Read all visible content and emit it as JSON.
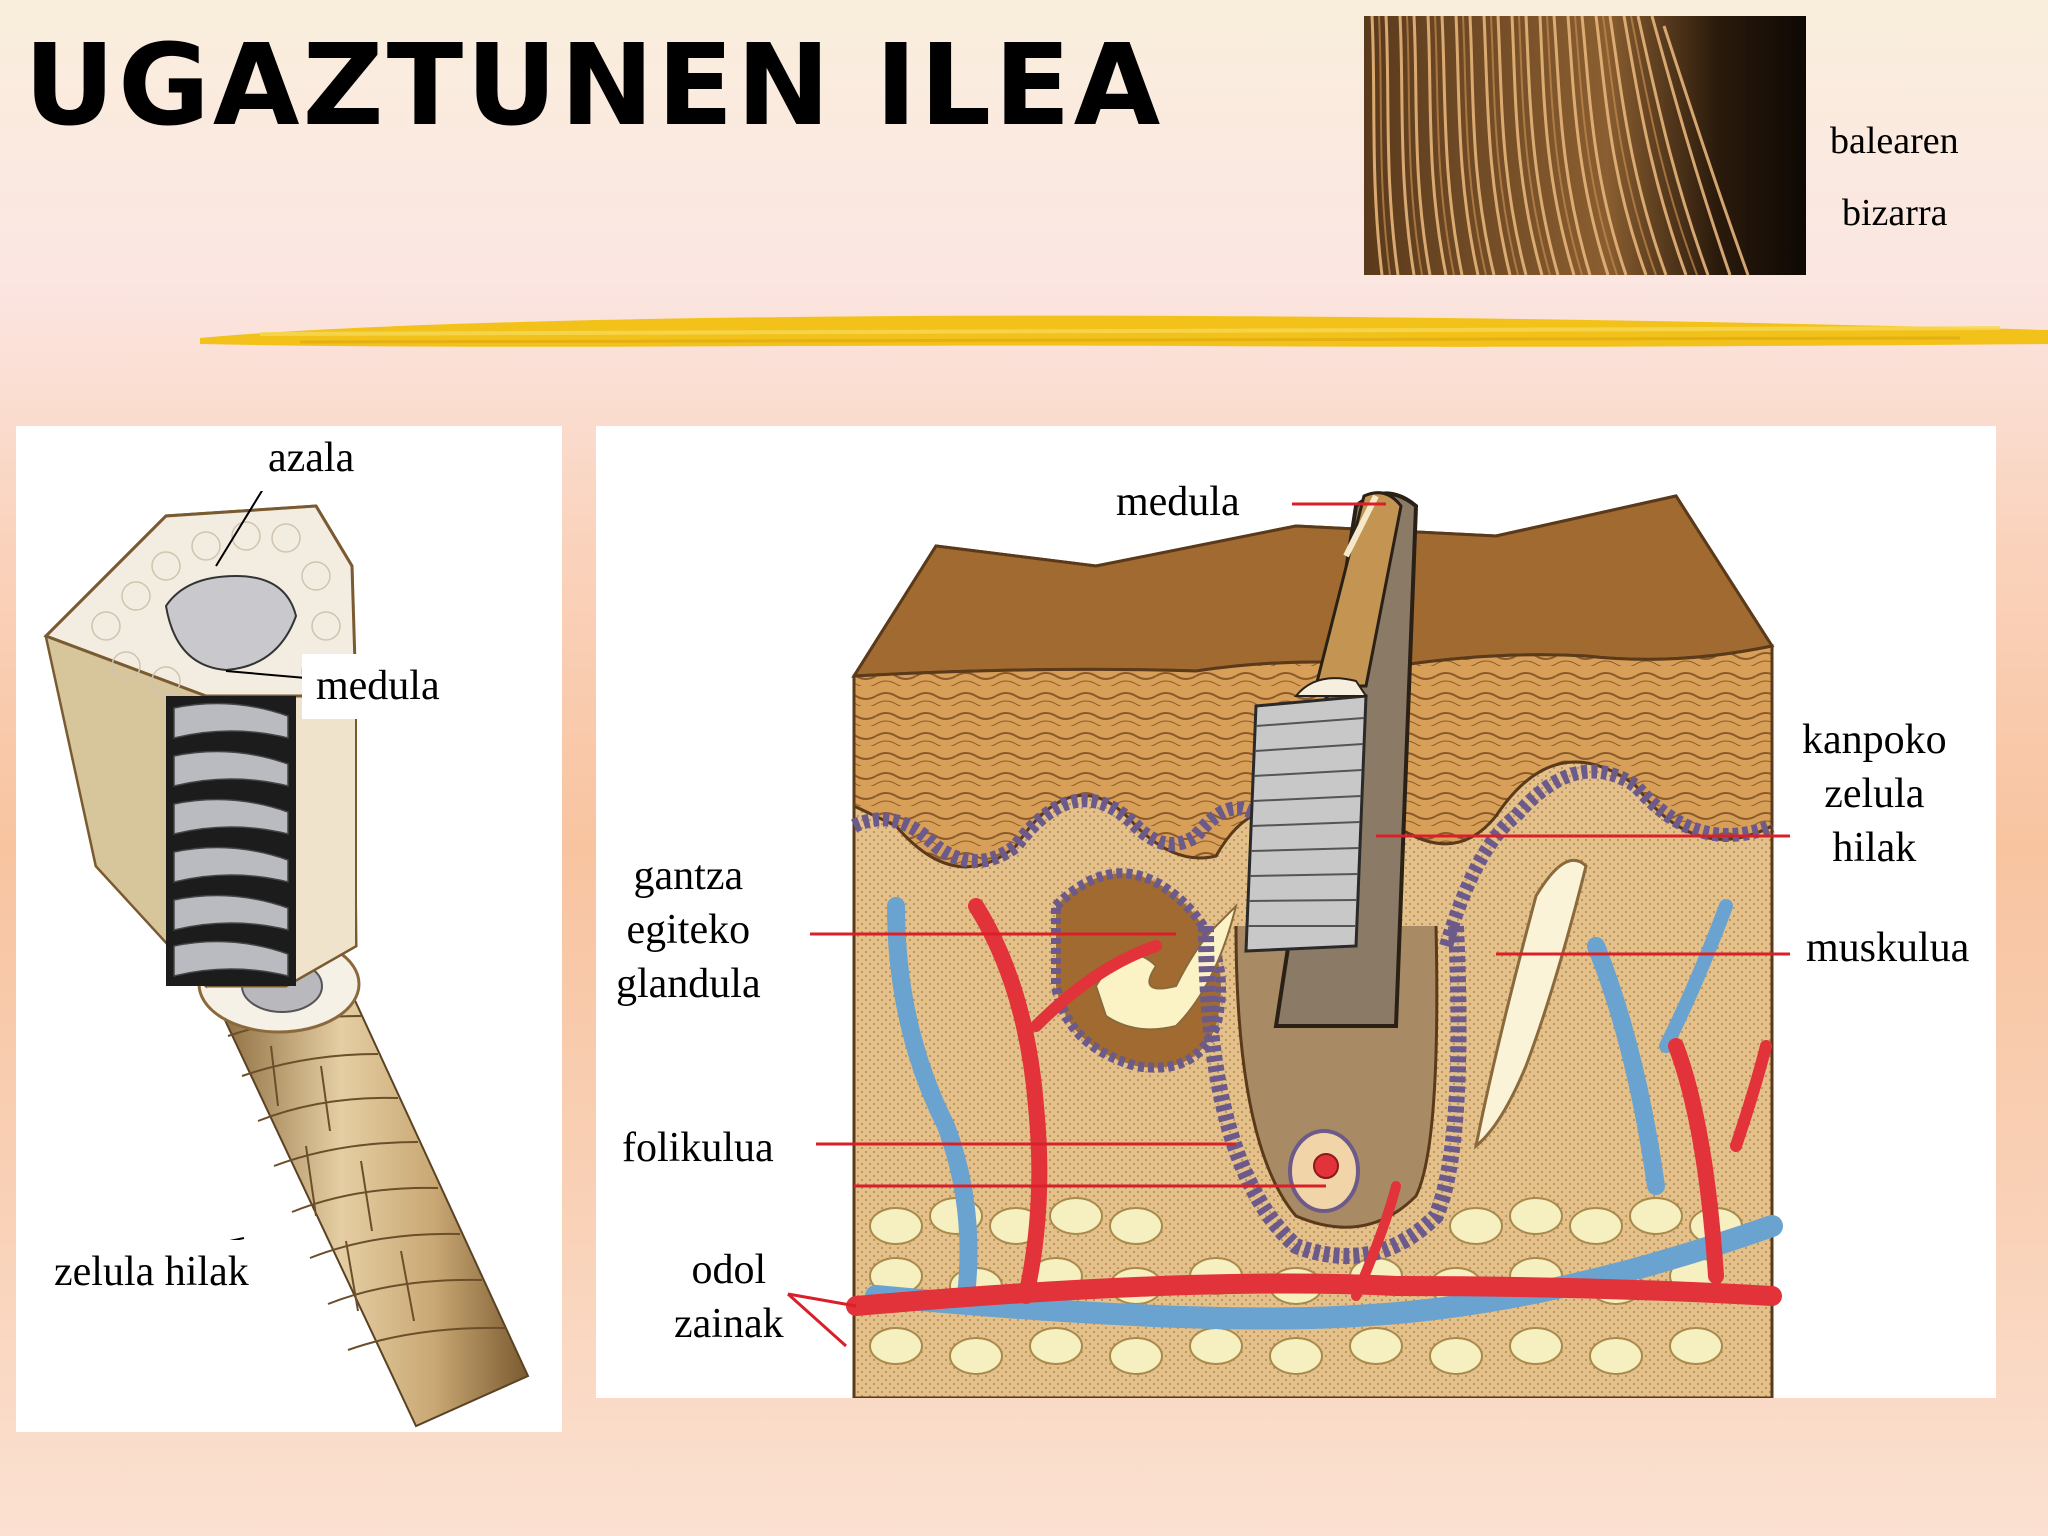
{
  "title": "UGAZTUNEN ILEA",
  "photo_caption": {
    "line1": "balearen",
    "line2": "bizarra"
  },
  "left_diagram": {
    "labels": {
      "azala": "azala",
      "medula": "medula",
      "zelula_hilak": "zelula hilak"
    }
  },
  "right_diagram": {
    "labels": {
      "medula": "medula",
      "kanpoko_1": "kanpoko",
      "kanpoko_2": "zelula",
      "kanpoko_3": "hilak",
      "muskulua": "muskulua",
      "gantza_1": "gantza",
      "gantza_2": "egiteko",
      "gantza_3": "glandula",
      "folikulua": "folikulua",
      "odol_1": "odol",
      "odol_2": "zainak"
    }
  },
  "colors": {
    "accent_yellow": "#f2c21a",
    "leader_red": "#d9202a",
    "vein_blue": "#6aa3cf",
    "artery_red": "#e2323a",
    "skin_brown": "#b0773a"
  }
}
